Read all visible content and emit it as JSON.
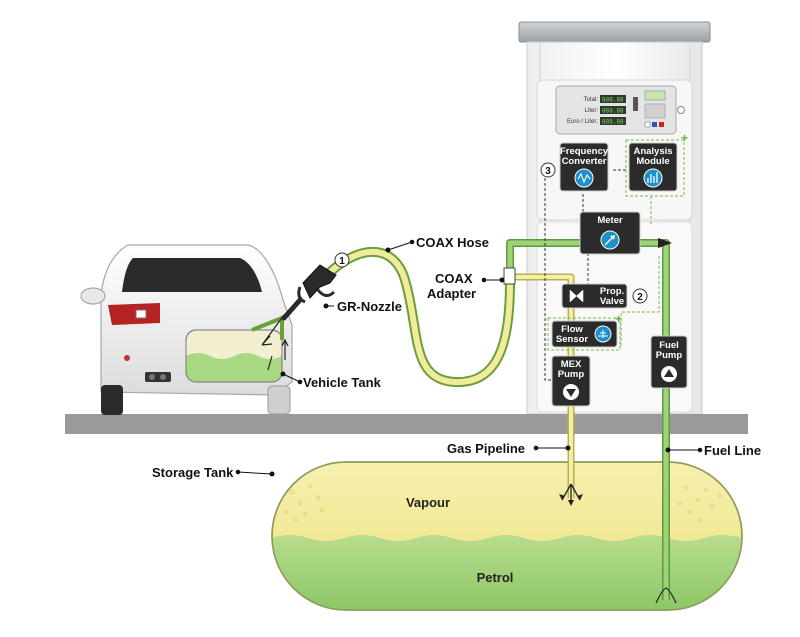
{
  "labels": {
    "coax_hose": "COAX Hose",
    "coax_adapter_1": "COAX",
    "coax_adapter_2": "Adapter",
    "gr_nozzle": "GR-Nozzle",
    "vehicle_tank": "Vehicle Tank",
    "gas_pipeline": "Gas Pipeline",
    "fuel_line": "Fuel Line",
    "storage_tank": "Storage Tank",
    "vapour": "Vapour",
    "petrol": "Petrol"
  },
  "display": {
    "total_label": "Total:",
    "liter_label": "Liter:",
    "price_label": "Euro / Liter:",
    "total_value": "888.88",
    "liter_value": "888.88",
    "price_value": "888.88"
  },
  "modules": {
    "frequency_converter": [
      "Frequency",
      "Converter"
    ],
    "analysis_module": [
      "Analysis",
      "Module"
    ],
    "meter": "Meter",
    "prop_valve": [
      "Prop.",
      "Valve"
    ],
    "flow_sensor": [
      "Flow",
      "Sensor"
    ],
    "mex_pump": [
      "MEX",
      "Pump"
    ],
    "fuel_pump": [
      "Fuel",
      "Pump"
    ]
  },
  "markers": {
    "one": "1",
    "two": "2",
    "three": "3"
  },
  "colors": {
    "fuel_green": "#7cc35a",
    "vapour_yellow": "#f3eb98",
    "module_dark": "#2b2b2b",
    "ground_gray": "#9a9a9a",
    "icon_blue": "#1f8fc8"
  }
}
